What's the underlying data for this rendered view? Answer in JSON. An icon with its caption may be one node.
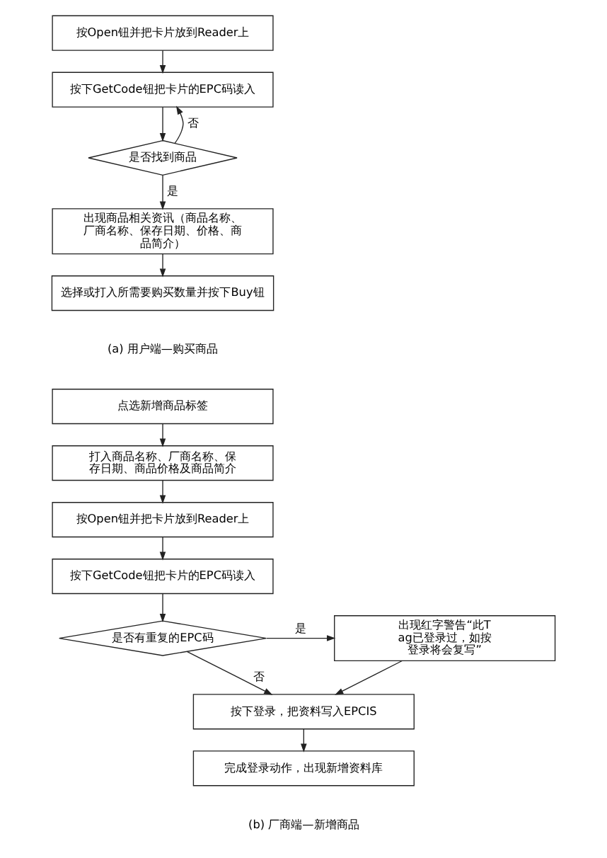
{
  "diagram": {
    "nodes": [
      {
        "text": [
          "按Open钮并把卡片放到Reader上"
        ]
      },
      {
        "text": [
          "按下GetCode钮把卡片的EPC码读入"
        ]
      },
      {
        "text": [
          "是否找到商品"
        ]
      },
      {
        "text": [
          "出现商品相关资讯（商品名称、厂商名称、保存日期、价格、商品简介）"
        ]
      },
      {
        "text": [
          "选择或打入所需要购买数量并按下Buy钮"
        ]
      },
      {
        "text": [
          "点选新增商品标签"
        ]
      },
      {
        "text": [
          "打入商品名称、厂商名称、保存日期、商品价格及商品简介"
        ]
      },
      {
        "text": [
          "按Open钮并把卡片放到Reader上"
        ]
      },
      {
        "text": [
          "按下GetCode钮把卡片的EPC码读入"
        ]
      },
      {
        "text": [
          "是否有重复的EPC码"
        ]
      },
      {
        "text": [
          "出现红字警告“此Tag已登录过，如按登录将会复写”"
        ]
      },
      {
        "text": [
          "按下登录，把资料写入EPCIS"
        ]
      },
      {
        "text": [
          "完成登录动作，出现新增资料库"
        ]
      }
    ],
    "edges": [
      {
        "from": 0,
        "to": 1,
        "arrow": "to"
      },
      {
        "from": 1,
        "to": 2,
        "arrow": "to"
      },
      {
        "from": 2,
        "to": 1,
        "arrow": "to",
        "label": "否"
      },
      {
        "from": 2,
        "to": 3,
        "arrow": "to",
        "label": "是"
      },
      {
        "from": 3,
        "to": 4,
        "arrow": "to"
      },
      {
        "from": 5,
        "to": 6,
        "arrow": "to"
      },
      {
        "from": 6,
        "to": 7,
        "arrow": "to"
      },
      {
        "from": 7,
        "to": 8,
        "arrow": "to"
      },
      {
        "from": 8,
        "to": 9,
        "arrow": "to"
      },
      {
        "from": 9,
        "to": 10,
        "arrow": "to",
        "label": "是"
      },
      {
        "from": 9,
        "to": 11,
        "arrow": "to",
        "label": "否"
      },
      {
        "from": 10,
        "to": 11,
        "arrow": "to"
      },
      {
        "from": 11,
        "to": 12,
        "arrow": "to"
      }
    ],
    "labels": [
      "(a) 用户端—购买商品",
      "(b) 厂商端—新增商品"
    ]
  }
}
